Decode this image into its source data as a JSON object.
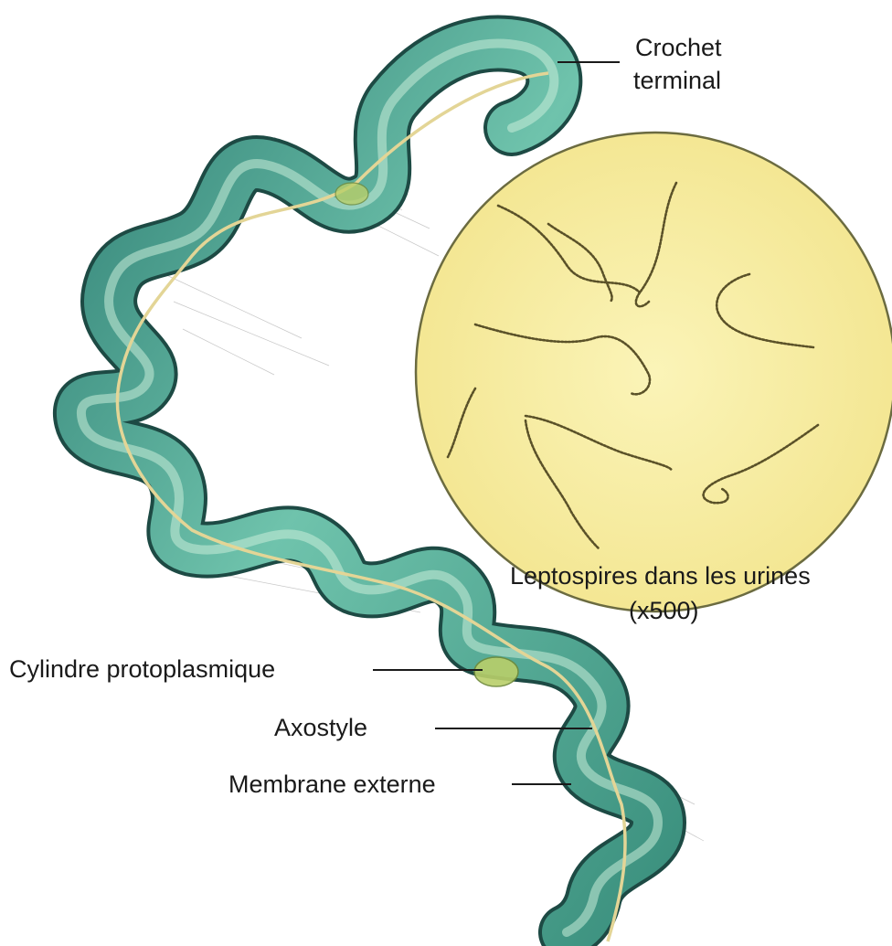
{
  "labels": {
    "crochet_terminal_line1": "Crochet",
    "crochet_terminal_line2": "terminal",
    "leptospires_caption": "Leptospires dans les urines",
    "magnification": "(x500)",
    "cylindre": "Cylindre protoplasmique",
    "axostyle": "Axostyle",
    "membrane": "Membrane externe"
  },
  "colors": {
    "body_fill": "#5fb8a4",
    "body_dark": "#2f7f74",
    "body_light": "#c9ecd9",
    "axostyle": "#d8c98a",
    "inclusion": "#b9cf6a",
    "circle_fill": "#f7efa3",
    "circle_stroke": "#6b6b40",
    "micro_leptospire": "#5a5128"
  }
}
